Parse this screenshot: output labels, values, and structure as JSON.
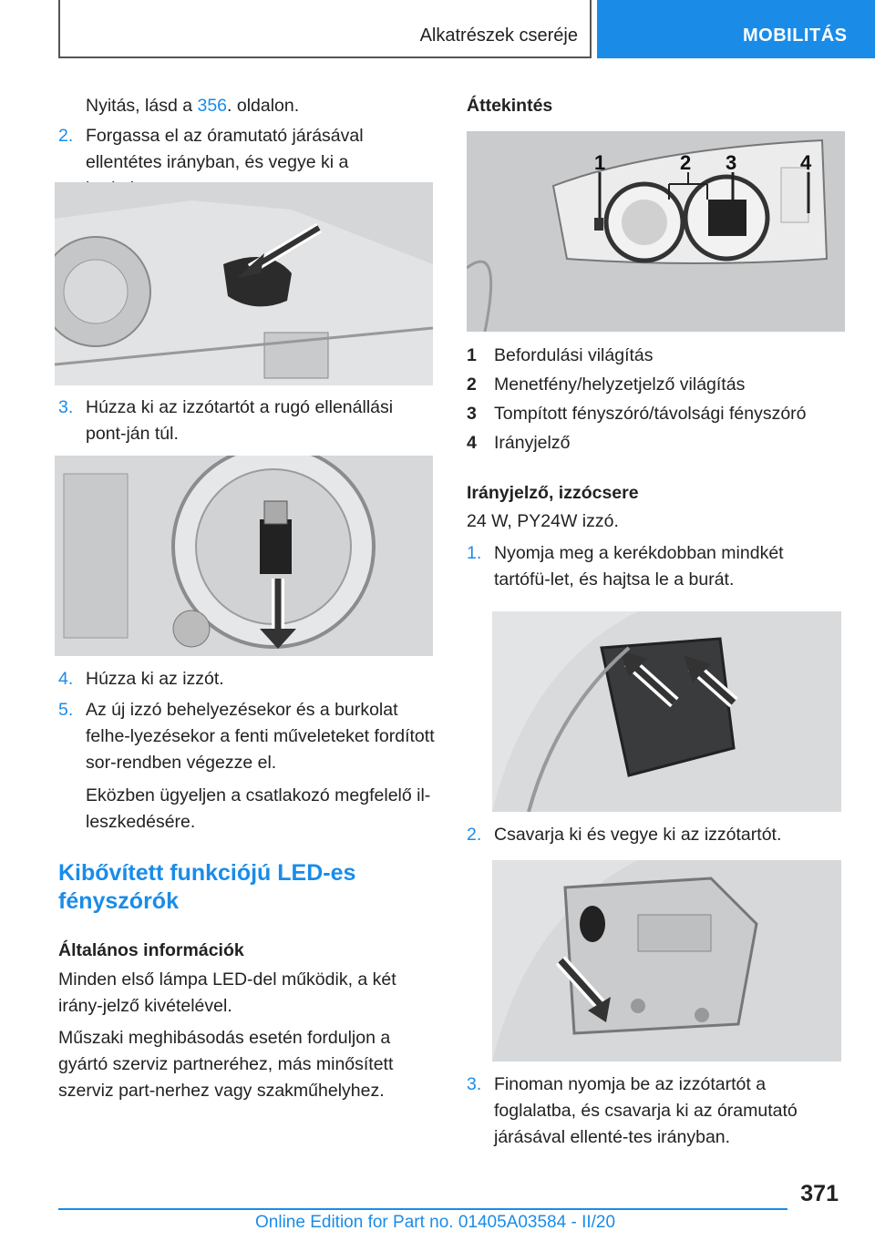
{
  "header": {
    "section": "Alkatrészek cseréje",
    "tab": "MOBILITÁS"
  },
  "left": {
    "intro_prefix": "Nyitás, lásd a ",
    "intro_link": "356",
    "intro_suffix": ". oldalon.",
    "step2_num": "2.",
    "step2": "Forgassa el az óramutató járásával ellentétes irányban, és vegye ki a burkolatot.",
    "step3_num": "3.",
    "step3": "Húzza ki az izzótartót a rugó ellenállási pont-ján túl.",
    "step4_num": "4.",
    "step4": "Húzza ki az izzót.",
    "step5_num": "5.",
    "step5": "Az új izzó behelyezésekor és a burkolat felhe-lyezésekor a fenti műveleteket fordított sor-rendben végezze el.",
    "step5_note": "Eközben ügyeljen a csatlakozó megfelelő il-leszkedésére.",
    "section_title": "Kibővített funkciójú LED-es fényszórók",
    "general_title": "Általános információk",
    "general_p1": "Minden első lámpa LED-del működik, a két irány-jelző kivételével.",
    "general_p2": "Műszaki meghibásodás esetén forduljon a gyártó szerviz partneréhez, más minősített szerviz part-nerhez vagy szakműhelyhez."
  },
  "right": {
    "overview_title": "Áttekintés",
    "figure_callouts": [
      "1",
      "2",
      "3",
      "4"
    ],
    "legend": [
      {
        "num": "1",
        "text": "Befordulási világítás"
      },
      {
        "num": "2",
        "text": "Menetfény/helyzetjelző világítás"
      },
      {
        "num": "3",
        "text": "Tompított fényszóró/távolsági fényszóró"
      },
      {
        "num": "4",
        "text": "Irányjelző"
      }
    ],
    "indicator_title": "Irányjelző, izzócsere",
    "indicator_sub": "24 W, PY24W izzó.",
    "step1_num": "1.",
    "step1": "Nyomja meg a kerékdobban mindkét tartófü-let, és hajtsa le a burát.",
    "step2_num": "2.",
    "step2": "Csavarja ki és vegye ki az izzótartót.",
    "step3_num": "3.",
    "step3": "Finoman nyomja be az izzótartót a foglalatba, és csavarja ki az óramutató járásával ellenté-tes irányban."
  },
  "footer": {
    "page": "371",
    "edition": "Online Edition for Part no. 01405A03584 - II/20"
  }
}
